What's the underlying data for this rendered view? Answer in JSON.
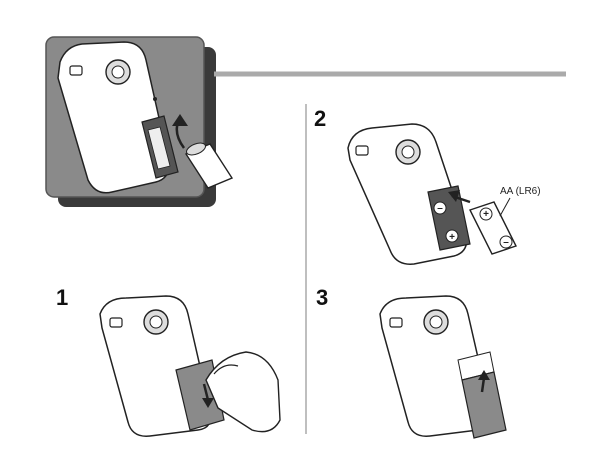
{
  "steps": {
    "s1": "1",
    "s2": "2",
    "s3": "3"
  },
  "battery_label": "AA (LR6)",
  "icons": {
    "overview": "device-battery-insert-icon",
    "step1": "hand-slide-cover-open-icon",
    "step2": "battery-polarity-insert-icon",
    "step3": "cover-close-icon"
  },
  "colors": {
    "line": "#222222",
    "gray_panel": "#8a8a8a",
    "dark_shadow": "#3a3a3a",
    "divider": "#aaaaaa"
  }
}
